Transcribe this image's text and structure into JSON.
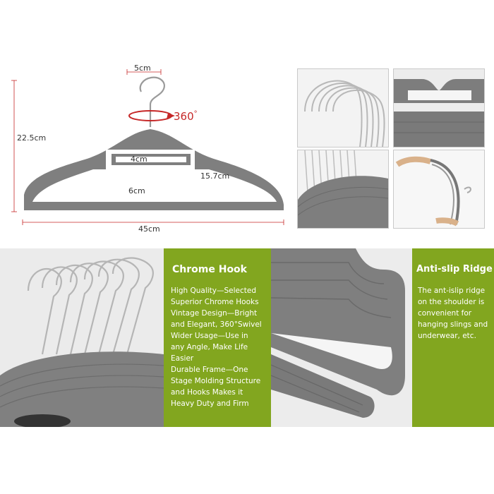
{
  "dimensions": {
    "hook_width": "5cm",
    "rotation": "360",
    "rotation_unit": "°",
    "height": "22.5cm",
    "inner_height": "4cm",
    "inner_width": "15.7cm",
    "lower_height": "6cm",
    "width": "45cm"
  },
  "chrome_hook": {
    "title": "Chrome Hook",
    "lines": [
      "High Quality—Selected",
      "Superior Chrome Hooks",
      "Vintage Design—Bright",
      "and Elegant, 360°Swivel",
      "Wider Usage—Use in",
      "any Angle, Make Life",
      "Easier",
      "Durable Frame—One",
      "Stage Molding Structure",
      "and Hooks Makes it",
      "Heavy Duty and Firm"
    ]
  },
  "anti_slip": {
    "title": "Anti-slip Ridge",
    "lines": [
      "The ant-islip ridge",
      "on the shoulder is",
      "convenient for",
      "hanging slings and",
      "underwear, etc."
    ]
  },
  "colors": {
    "green": "#82a61f",
    "red": "#c62828",
    "velvet": "#7f7f7f"
  }
}
